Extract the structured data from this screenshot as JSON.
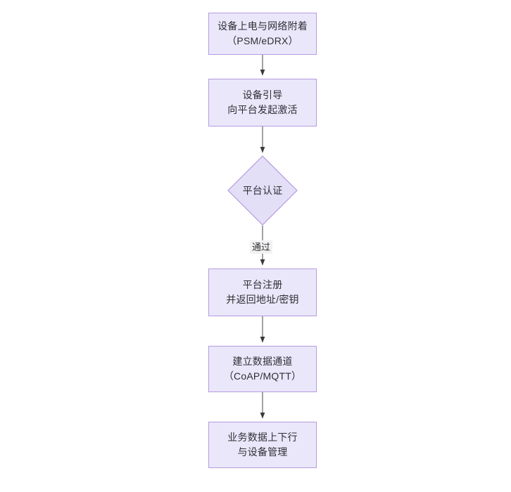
{
  "diagram": {
    "type": "flowchart",
    "orientation": "top-to-bottom",
    "background_color": "#ffffff",
    "node_fill_color": "#eae7fa",
    "node_border_color": "#b79ae0",
    "edge_color": "#555555",
    "text_color": "#2f2f35",
    "nodes": [
      {
        "id": "power-on",
        "shape": "rectangle",
        "lines": [
          "设备上电与网络附着",
          "（PSM/eDRX）"
        ]
      },
      {
        "id": "bootstrap",
        "shape": "rectangle",
        "lines": [
          "设备引导",
          "向平台发起激活"
        ]
      },
      {
        "id": "platform-auth",
        "shape": "diamond",
        "lines": [
          "平台认证"
        ]
      },
      {
        "id": "platform-register",
        "shape": "rectangle",
        "lines": [
          "平台注册",
          "并返回地址/密钥"
        ]
      },
      {
        "id": "data-channel",
        "shape": "rectangle",
        "lines": [
          "建立数据通道",
          "（CoAP/MQTT）"
        ]
      },
      {
        "id": "service-data",
        "shape": "rectangle",
        "lines": [
          "业务数据上下行",
          "与设备管理"
        ]
      }
    ],
    "edges": [
      {
        "id": "e1",
        "from": "power-on",
        "to": "bootstrap",
        "label": ""
      },
      {
        "id": "e2",
        "from": "bootstrap",
        "to": "platform-auth",
        "label": ""
      },
      {
        "id": "e3",
        "from": "platform-auth",
        "to": "platform-register",
        "label": "通过"
      },
      {
        "id": "e4",
        "from": "platform-register",
        "to": "data-channel",
        "label": ""
      },
      {
        "id": "e5",
        "from": "data-channel",
        "to": "service-data",
        "label": ""
      }
    ]
  }
}
